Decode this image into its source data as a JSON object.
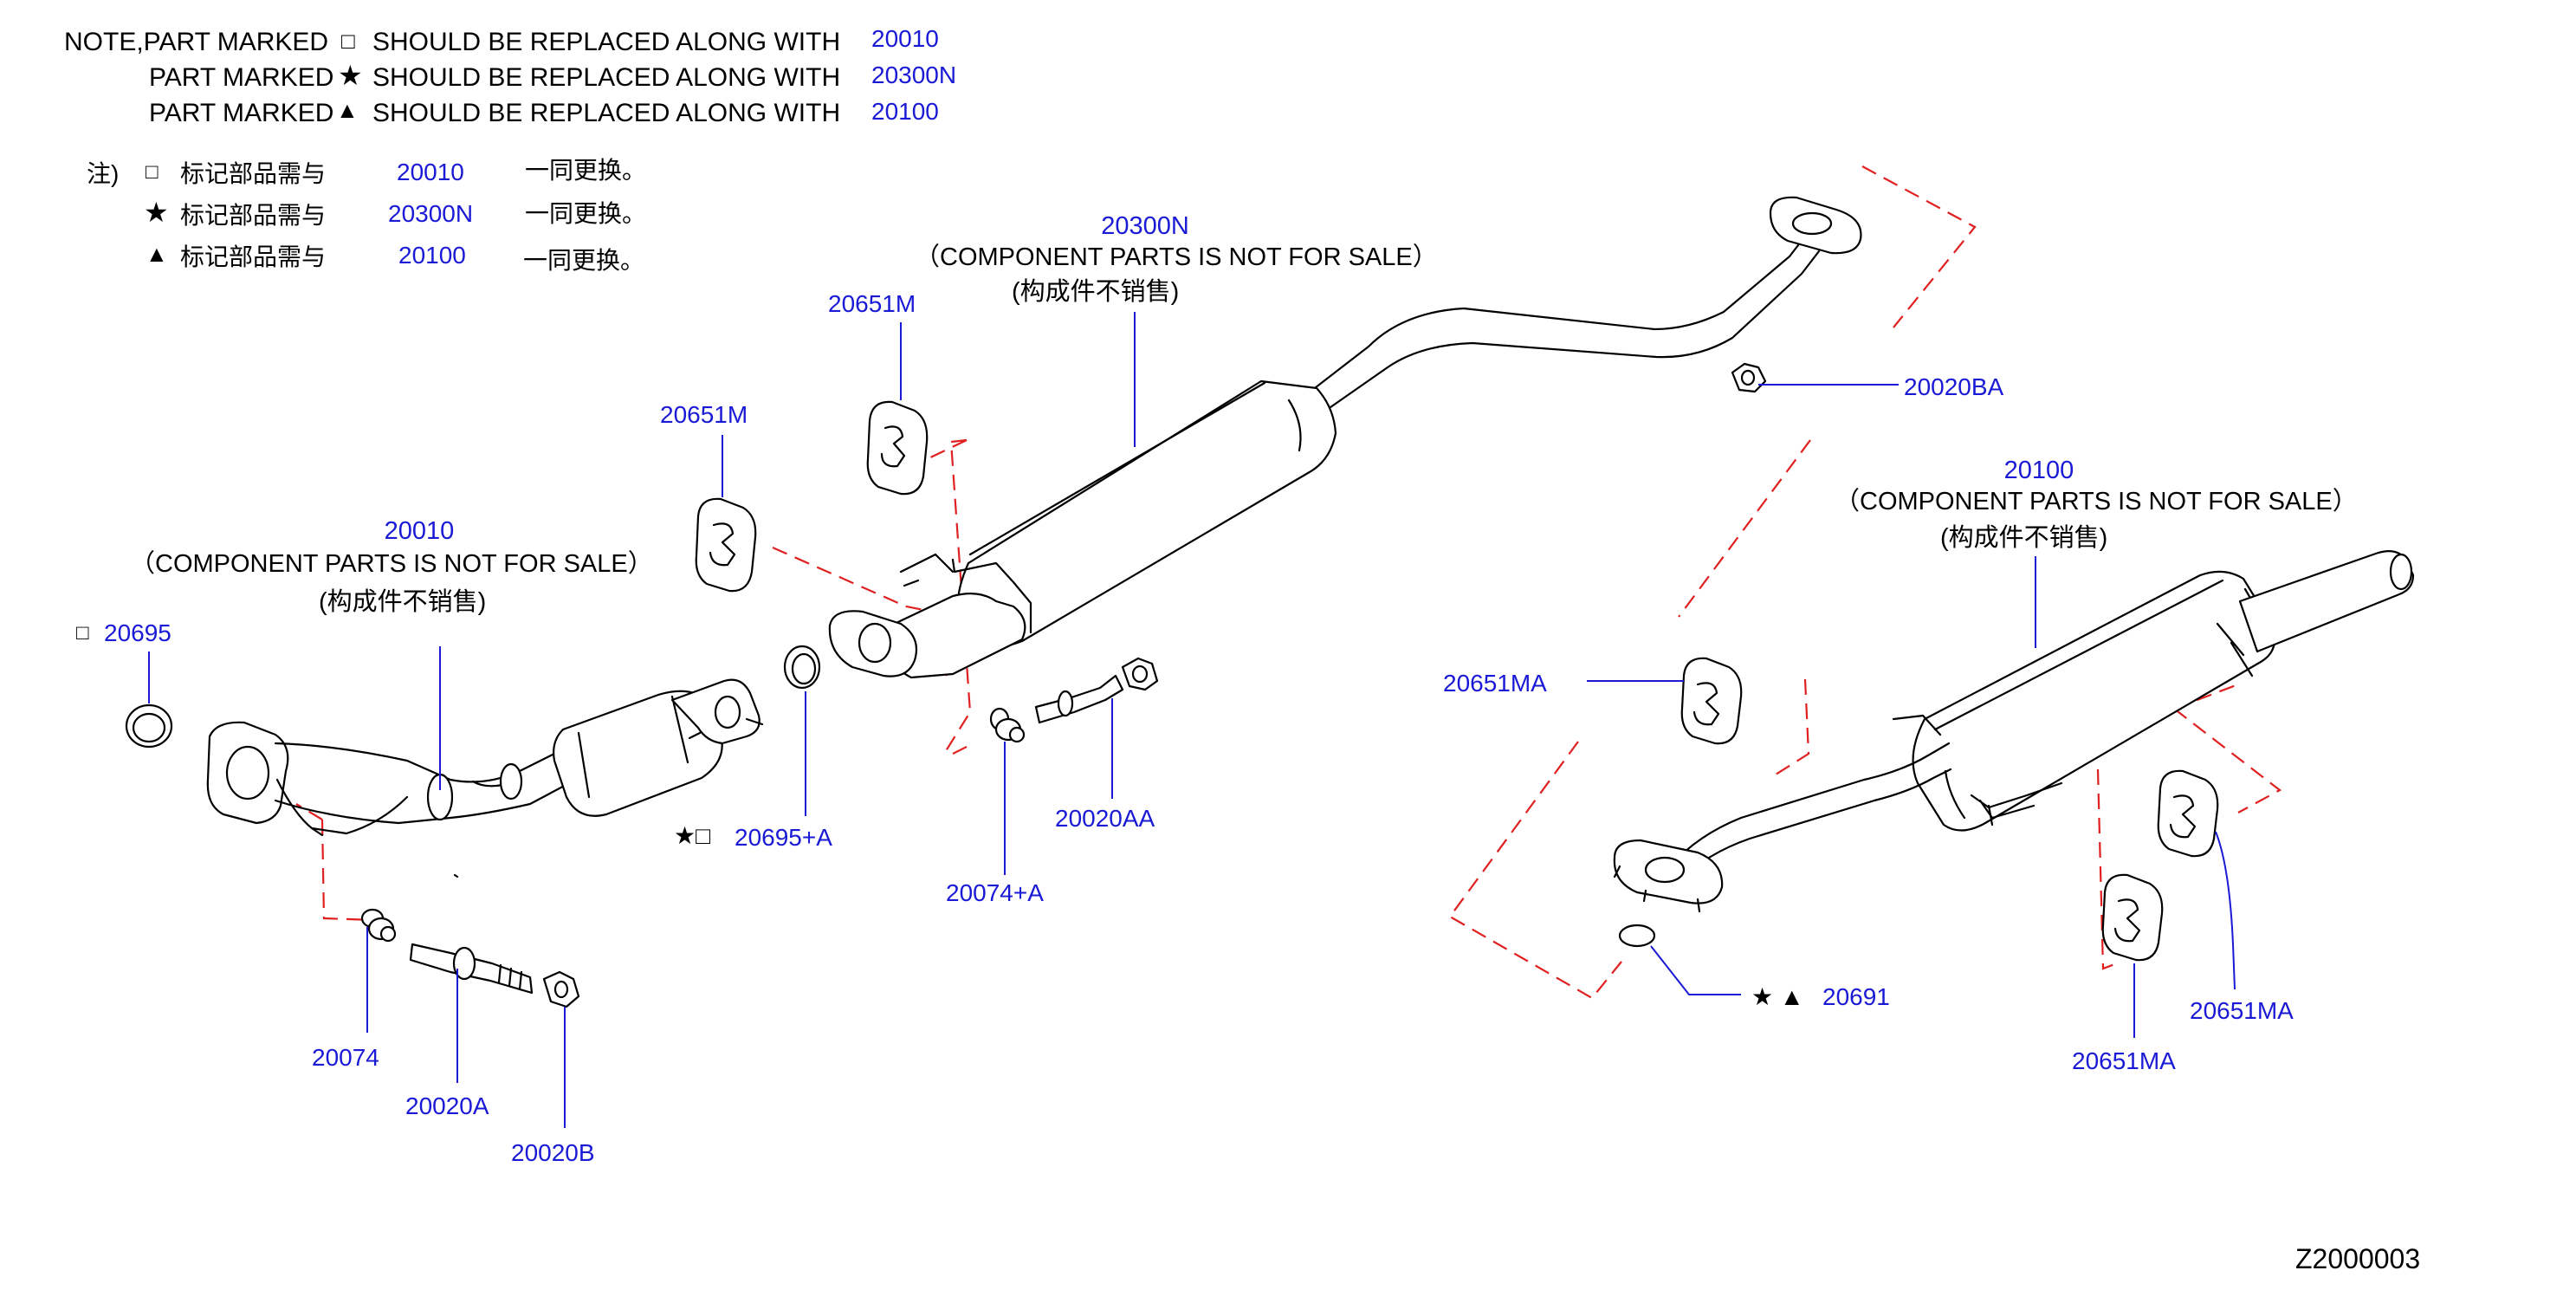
{
  "note_en": {
    "line1": {
      "prefix": "NOTE,PART   MARKED",
      "symbol": "□",
      "text": "SHOULD   BE   REPLACED   ALONG   WITH",
      "part": "20010"
    },
    "line2": {
      "prefix": "PART   MARKED",
      "symbol": "★",
      "text": "SHOULD   BE   REPLACED   ALONG   WITH",
      "part": "20300N"
    },
    "line3": {
      "prefix": "PART   MARKED",
      "symbol": "▲",
      "text": "SHOULD   BE   REPLACED   ALONG   WITH",
      "part": "20100"
    }
  },
  "note_cn": {
    "label": "注)",
    "rows": [
      {
        "symbol": "□",
        "text": "标记部品需与",
        "part": "20010",
        "suffix": "一同更换。"
      },
      {
        "symbol": "★",
        "text": "标记部品需与",
        "part": "20300N",
        "suffix": "一同更换。"
      },
      {
        "symbol": "▲",
        "text": "标记部品需与",
        "part": "20100",
        "suffix": "一同更换。"
      }
    ]
  },
  "assemblies": {
    "front_pipe": {
      "part": "20010",
      "caption": "（COMPONENT   PARTS   IS   NOT   FOR   SALE）",
      "caption_cn": "(构成件不销售)"
    },
    "center_muffler": {
      "part": "20300N",
      "caption": "（COMPONENT   PARTS   IS   NOT   FOR   SALE）",
      "caption_cn": "(构成件不销售)"
    },
    "rear_muffler": {
      "part": "20100",
      "caption": "（COMPONENT   PARTS   IS   NOT   FOR   SALE）",
      "caption_cn": "(构成件不销售)"
    }
  },
  "callouts": {
    "c20695": {
      "symbol": "□",
      "part": "20695"
    },
    "c20695a": {
      "symbol": "★□",
      "part": "20695+A"
    },
    "c20651m_left": {
      "part": "20651M"
    },
    "c20651m_top": {
      "part": "20651M"
    },
    "c20020ba": {
      "part": "20020BA"
    },
    "c20074": {
      "part": "20074"
    },
    "c20020a": {
      "part": "20020A"
    },
    "c20020b": {
      "part": "20020B"
    },
    "c20074a": {
      "part": "20074+A"
    },
    "c20020aa": {
      "part": "20020AA"
    },
    "c20651ma_left": {
      "part": "20651MA"
    },
    "c20651ma_right": {
      "part": "20651MA"
    },
    "c20651ma_bottom": {
      "part": "20651MA"
    },
    "c20691": {
      "symbol": "★ ▲",
      "part": "20691"
    }
  },
  "diagram_id": "Z2000003",
  "colors": {
    "callout_blue": "#1a1ad6",
    "dash_red": "#e02020",
    "line_black": "#000000"
  }
}
